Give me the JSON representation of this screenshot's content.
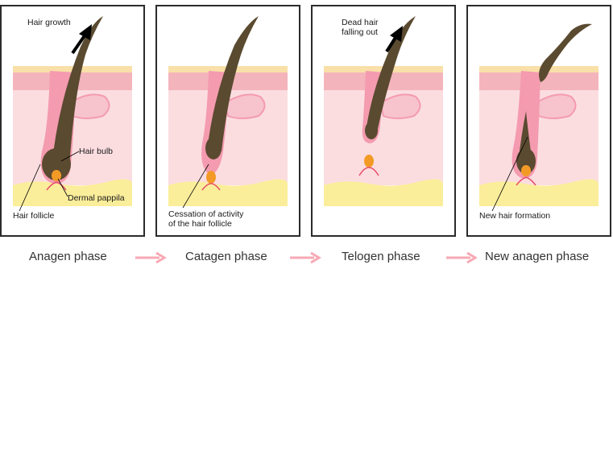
{
  "panels": [
    {
      "id": "anagen",
      "labels": {
        "growth": "Hair growth",
        "bulb": "Hair bulb",
        "papilla": "Dermal pappila",
        "follicle": "Hair follicle"
      }
    },
    {
      "id": "catagen",
      "labels": {
        "cessation": "Cessation of activity\nof the hair follicle"
      }
    },
    {
      "id": "telogen",
      "labels": {
        "falling": "Dead hair\nfalling out"
      }
    },
    {
      "id": "new-anagen",
      "labels": {
        "formation": "New hair formation"
      }
    }
  ],
  "phases": [
    "Anagen phase",
    "Catagen phase",
    "Telogen phase",
    "New anagen phase"
  ],
  "colors": {
    "skin_top": "#f9dfa8",
    "epidermis": "#f4b4bc",
    "dermis": "#fbdde0",
    "fat": "#fbee9b",
    "hair": "#5a4a30",
    "follicle": "#f49bb0",
    "papilla": "#f39a26",
    "arrow": "#f7a9b4"
  }
}
